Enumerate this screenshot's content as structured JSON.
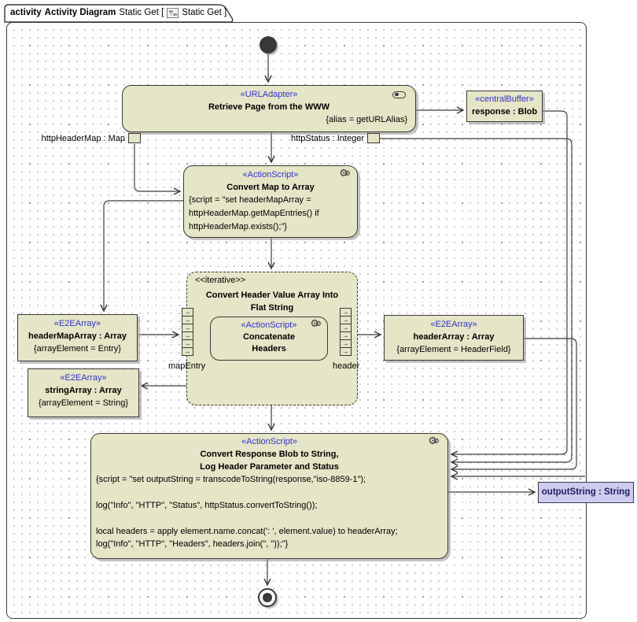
{
  "tab": {
    "keyword": "activity",
    "diagram_type": "Activity Diagram",
    "context": "Static Get [",
    "icon": "activity-diagram-icon",
    "name": "Static Get ]"
  },
  "colors": {
    "stereotype_blue": "#3232cd",
    "node_fill": "#e5e5c7",
    "parameter_fill": "#ccccf0",
    "line": "#3c3c3c"
  },
  "icons": {
    "gears": "⚙"
  },
  "nodes": {
    "initial": {
      "type": "initial-node"
    },
    "retrieve": {
      "stereotype": "«URLAdapter»",
      "name": "Retrieve Page from the WWW",
      "constraint": "{alias = getURLAlias}",
      "icon": "adapter-icon"
    },
    "pin_header_map": {
      "label": "httpHeaderMap : Map"
    },
    "pin_http_status": {
      "label": "httpStatus : Integer"
    },
    "response_buffer": {
      "stereotype": "«centralBuffer»",
      "name": "response : Blob"
    },
    "convert_map": {
      "stereotype": "«ActionScript»",
      "name": "Convert Map to Array",
      "icon": "gears-icon",
      "script": [
        "{script = \"set headerMapArray =",
        "httpHeaderMap.getMapEntries() if",
        "httpHeaderMap.exists();\"}"
      ]
    },
    "iterative_region": {
      "keyword": "<<iterative>>",
      "name_line1": "Convert Header Value Array Into",
      "name_line2": "Flat String"
    },
    "concatenate": {
      "stereotype": "«ActionScript»",
      "name_line1": "Concatenate",
      "name_line2": "Headers",
      "icon": "gears-icon"
    },
    "map_entry_label": "mapEntry",
    "header_label": "header",
    "header_map_array": {
      "stereotype": "«E2EArray»",
      "name": "headerMapArray : Array",
      "constraint": "{arrayElement = Entry}"
    },
    "string_array": {
      "stereotype": "«E2EArray»",
      "name": "stringArray : Array",
      "constraint": "{arrayElement = String}"
    },
    "header_array": {
      "stereotype": "«E2EArray»",
      "name": "headerArray : Array",
      "constraint": "{arrayElement = HeaderField}"
    },
    "convert_response": {
      "stereotype": "«ActionScript»",
      "name_line1": "Convert Response Blob to String,",
      "name_line2": "Log Header Parameter and Status",
      "icon": "gears-icon",
      "script": [
        "{script = \"set outputString = transcodeToString(response,\"iso-8859-1\");",
        "",
        "log(\"Info\", \"HTTP\", \"Status\", httpStatus.convertToString());",
        "",
        "local headers = apply element.name.concat(': ', element.value) to headerArray;",
        "log(\"Info\", \"HTTP\", \"Headers\", headers.join(\", \"));\"}"
      ]
    },
    "output_string": {
      "name": "outputString : String"
    },
    "final": {
      "type": "activity-final-node"
    }
  }
}
